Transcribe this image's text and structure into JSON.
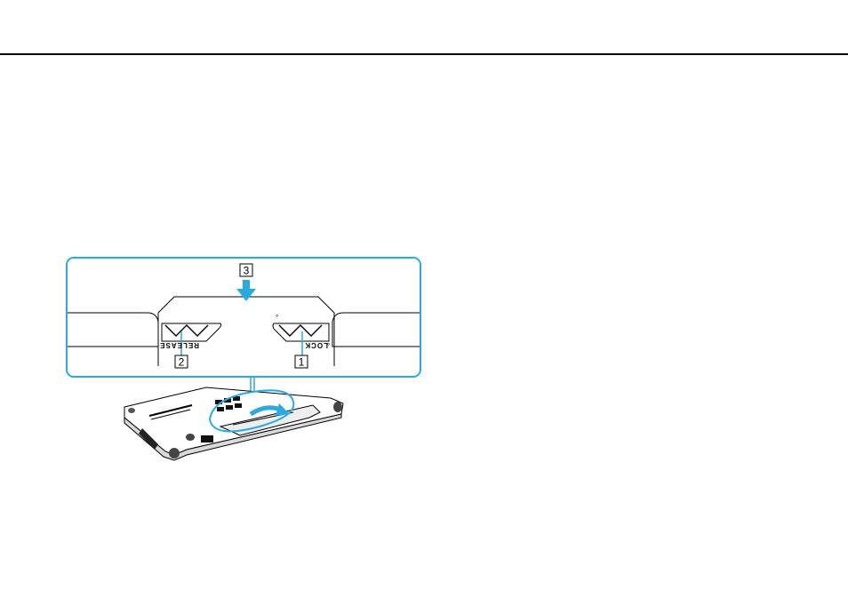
{
  "figure": {
    "callouts": [
      "1",
      "2",
      "3"
    ],
    "release_label": "RELEASE",
    "lock_label": "LOCK",
    "lock_dot": "°",
    "accent_color": "#29abe2",
    "line_color": "#000000"
  }
}
